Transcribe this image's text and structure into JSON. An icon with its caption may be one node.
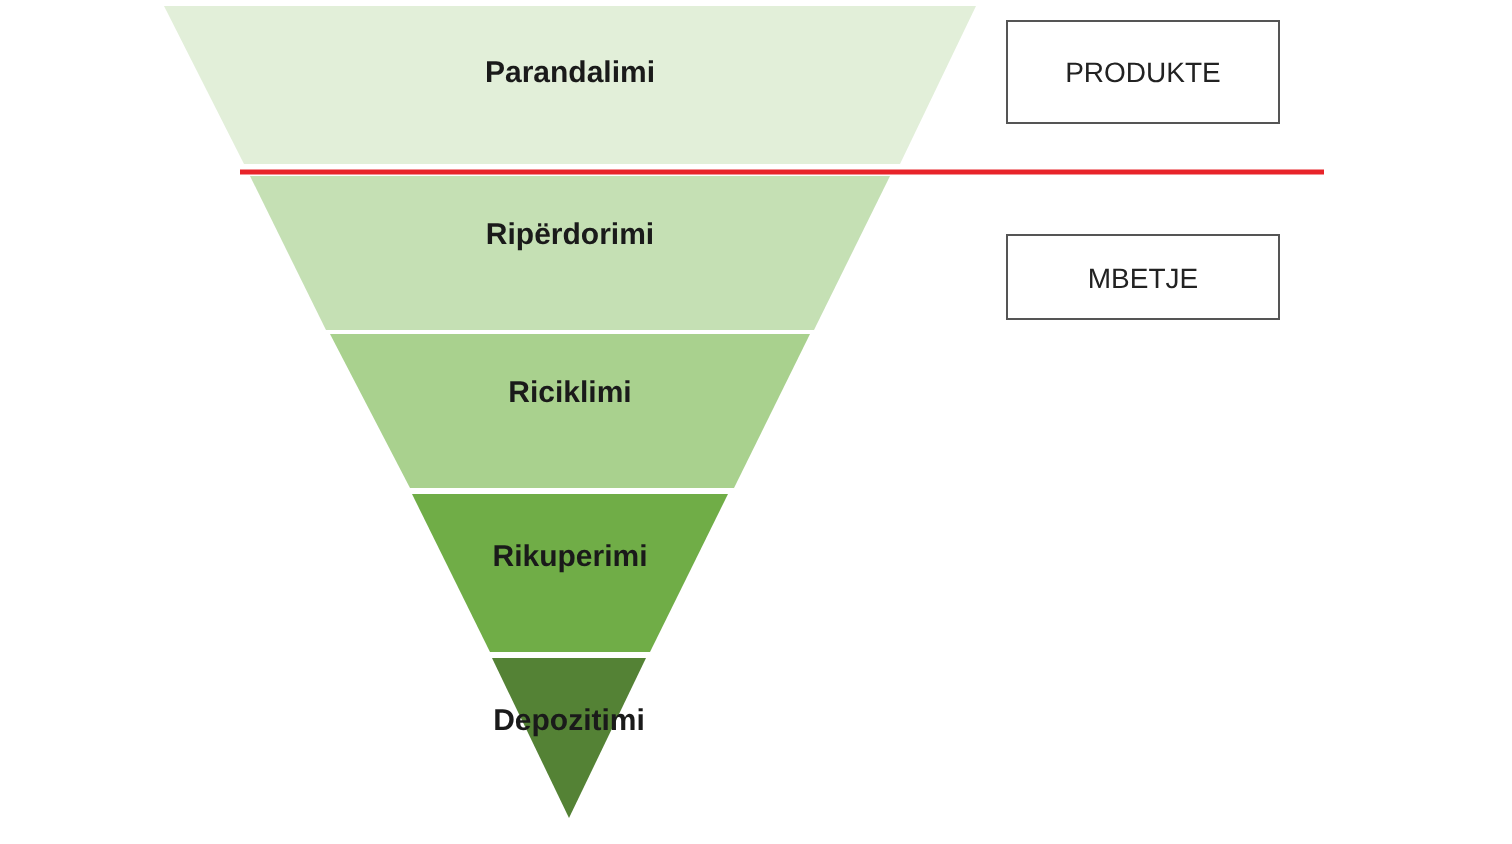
{
  "diagram": {
    "nodes": [
      {
        "text": [
          "Parandalimi"
        ]
      },
      {
        "text": [
          "Ripërdorimi"
        ]
      },
      {
        "text": [
          "Riciklimi"
        ]
      },
      {
        "text": [
          "Rikuperimi"
        ]
      },
      {
        "text": [
          "Depozitimi"
        ]
      },
      {
        "text": [
          "PRODUKTE"
        ]
      },
      {
        "text": [
          "MBETJE"
        ]
      }
    ],
    "edges": []
  }
}
